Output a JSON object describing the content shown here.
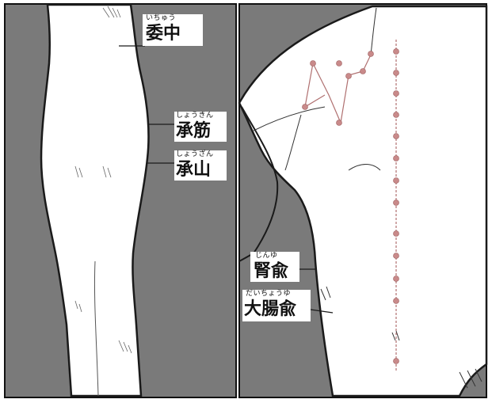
{
  "left_panel": {
    "points": [
      {
        "id": "point-inachu",
        "kanji": "委中",
        "reading": "いちゅう"
      },
      {
        "id": "point-shoukin",
        "kanji": "承筋",
        "reading": "しょうきん"
      },
      {
        "id": "point-shouzan",
        "kanji": "承山",
        "reading": "しょうざん"
      }
    ]
  },
  "right_panel": {
    "points": [
      {
        "id": "point-jinyu",
        "kanji": "腎兪",
        "reading": "じんゆ"
      },
      {
        "id": "point-daichouyu",
        "kanji": "大腸兪",
        "reading": "だいちょうゆ"
      }
    ]
  },
  "colors": {
    "background_gray": "#7a7a7a",
    "skin": "#ffffff",
    "outline": "#1a1a1a",
    "point": "#c98a8a",
    "meridian_line": "#b07070"
  }
}
